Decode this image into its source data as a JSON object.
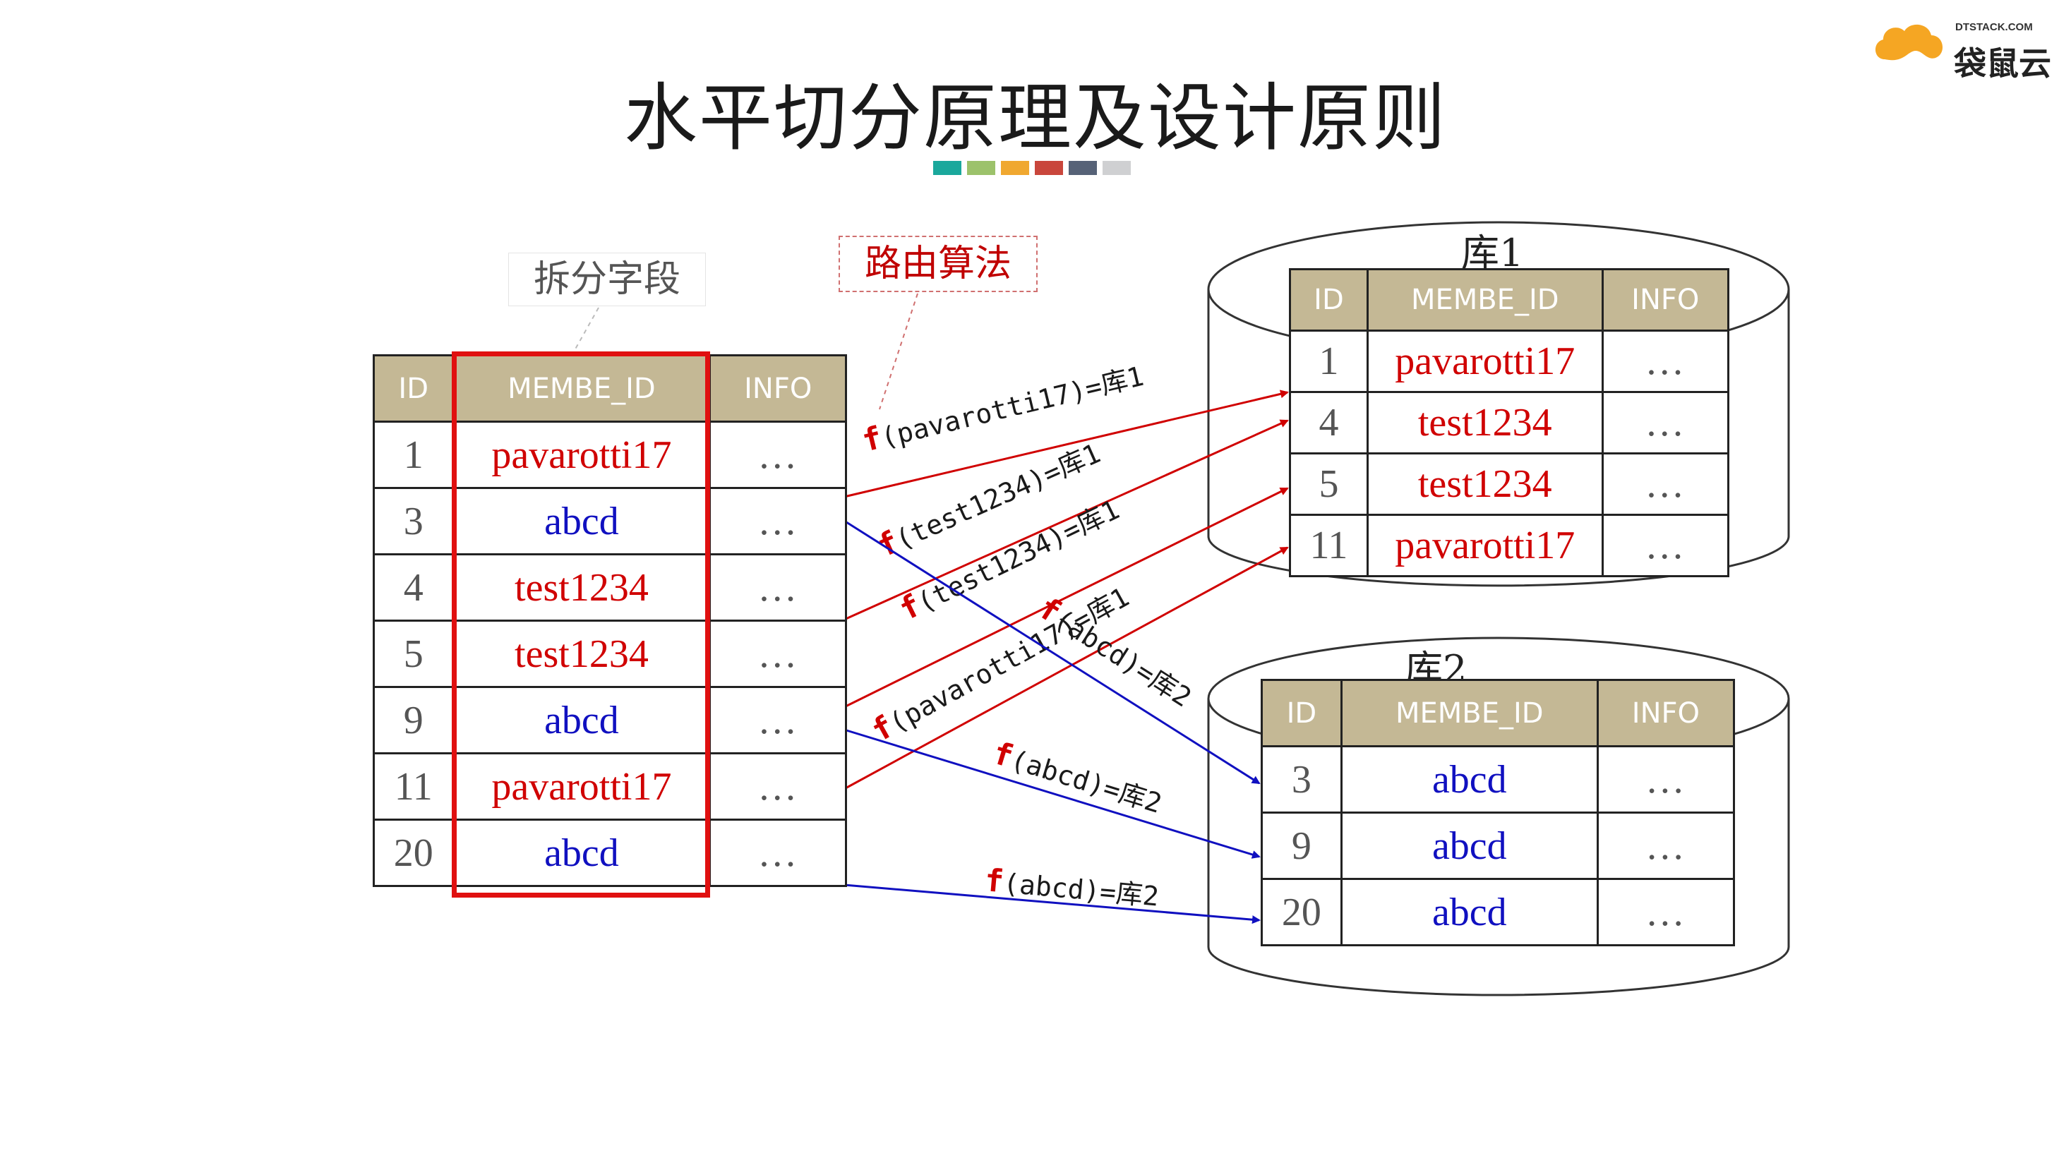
{
  "title": "水平切分原理及设计原则",
  "color_bar": [
    "#1aa89c",
    "#9cc26b",
    "#f0a830",
    "#c9463c",
    "#566277",
    "#cfd0d2"
  ],
  "logo": {
    "small_text": "DTSTACK.COM",
    "name": "袋鼠云",
    "color": "#f5a623"
  },
  "callouts": {
    "split_field": "拆分字段",
    "routing_algorithm": "路由算法"
  },
  "source_table": {
    "headers": [
      "ID",
      "MEMBE_ID",
      "INFO"
    ],
    "rows": [
      {
        "id": "1",
        "member": "pavarotti17",
        "info": "…",
        "color": "red"
      },
      {
        "id": "3",
        "member": "abcd",
        "info": "…",
        "color": "blue"
      },
      {
        "id": "4",
        "member": "test1234",
        "info": "…",
        "color": "red"
      },
      {
        "id": "5",
        "member": "test1234",
        "info": "…",
        "color": "red"
      },
      {
        "id": "9",
        "member": "abcd",
        "info": "…",
        "color": "blue"
      },
      {
        "id": "11",
        "member": "pavarotti17",
        "info": "…",
        "color": "red"
      },
      {
        "id": "20",
        "member": "abcd",
        "info": "…",
        "color": "blue"
      }
    ]
  },
  "db1": {
    "label": "库1",
    "headers": [
      "ID",
      "MEMBE_ID",
      "INFO"
    ],
    "rows": [
      {
        "id": "1",
        "member": "pavarotti17",
        "info": "…",
        "color": "red"
      },
      {
        "id": "4",
        "member": "test1234",
        "info": "…",
        "color": "red"
      },
      {
        "id": "5",
        "member": "test1234",
        "info": "…",
        "color": "red"
      },
      {
        "id": "11",
        "member": "pavarotti17",
        "info": "…",
        "color": "red"
      }
    ]
  },
  "db2": {
    "label": "库2",
    "headers": [
      "ID",
      "MEMBE_ID",
      "INFO"
    ],
    "rows": [
      {
        "id": "3",
        "member": "abcd",
        "info": "…",
        "color": "blue"
      },
      {
        "id": "9",
        "member": "abcd",
        "info": "…",
        "color": "blue"
      },
      {
        "id": "20",
        "member": "abcd",
        "info": "…",
        "color": "blue"
      }
    ]
  },
  "routes": [
    {
      "fn": "f",
      "arg": "(pavarotti17)=库1",
      "color": "#d00000"
    },
    {
      "fn": "f",
      "arg": "(test1234)=库1",
      "color": "#d00000"
    },
    {
      "fn": "f",
      "arg": "(test1234)=库1",
      "color": "#d00000"
    },
    {
      "fn": "f",
      "arg": "(pavarotti17)=库1",
      "color": "#d00000"
    },
    {
      "fn": "f",
      "arg": "(abcd)=库2",
      "color": "#1010c0"
    },
    {
      "fn": "f",
      "arg": "(abcd)=库2",
      "color": "#1010c0"
    },
    {
      "fn": "f",
      "arg": "(abcd)=库2",
      "color": "#1010c0"
    }
  ]
}
